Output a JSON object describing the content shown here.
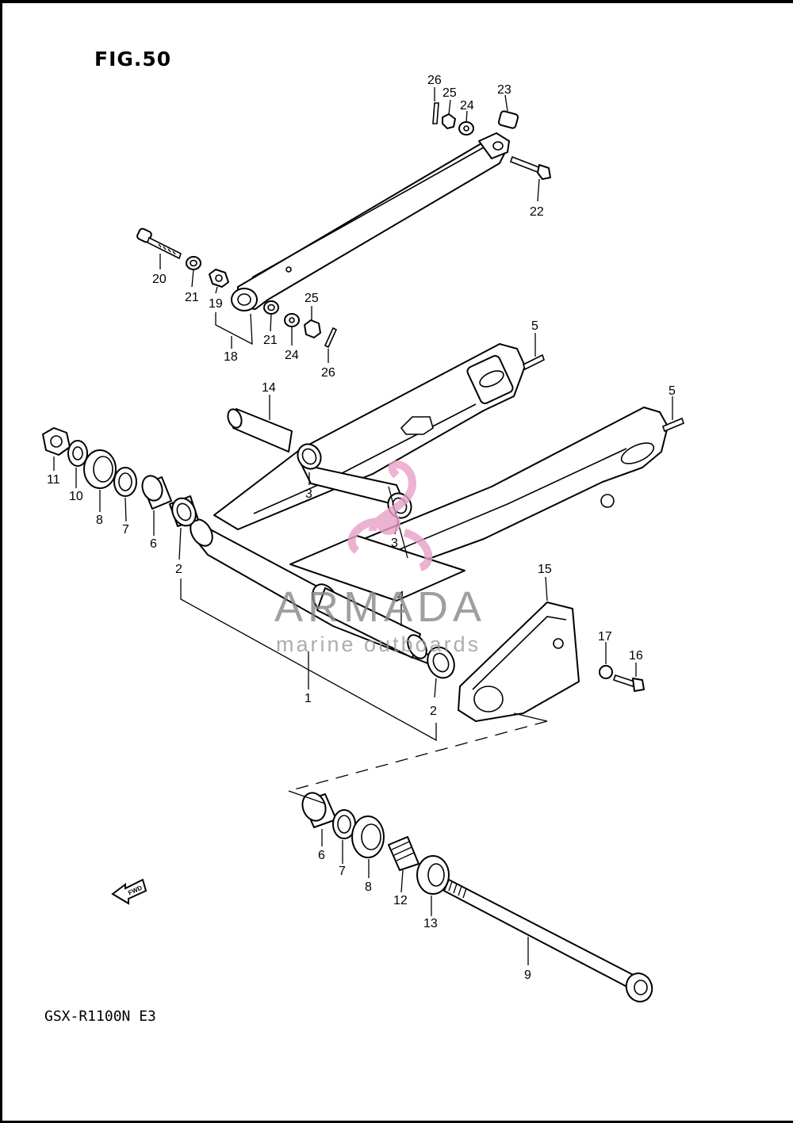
{
  "figure": {
    "title": "FIG.50",
    "model": "GSX-R1100N E3",
    "fwd_label": "FWD"
  },
  "watermark": {
    "brand": "ARMADA",
    "tagline": "marine outboards",
    "brand_color": "#888888",
    "logo_color": "#e8a0c8"
  },
  "callouts": [
    {
      "id": "c26a",
      "label": "26"
    },
    {
      "id": "c25a",
      "label": "25"
    },
    {
      "id": "c24a",
      "label": "24"
    },
    {
      "id": "c23",
      "label": "23"
    },
    {
      "id": "c22",
      "label": "22"
    },
    {
      "id": "c20",
      "label": "20"
    },
    {
      "id": "c21a",
      "label": "21"
    },
    {
      "id": "c19",
      "label": "19"
    },
    {
      "id": "c18",
      "label": "18"
    },
    {
      "id": "c21b",
      "label": "21"
    },
    {
      "id": "c24b",
      "label": "24"
    },
    {
      "id": "c25b",
      "label": "25"
    },
    {
      "id": "c26b",
      "label": "26"
    },
    {
      "id": "c5a",
      "label": "5"
    },
    {
      "id": "c5b",
      "label": "5"
    },
    {
      "id": "c14",
      "label": "14"
    },
    {
      "id": "c3a",
      "label": "3"
    },
    {
      "id": "c3b",
      "label": "3"
    },
    {
      "id": "c11",
      "label": "11"
    },
    {
      "id": "c10",
      "label": "10"
    },
    {
      "id": "c8a",
      "label": "8"
    },
    {
      "id": "c7a",
      "label": "7"
    },
    {
      "id": "c6a",
      "label": "6"
    },
    {
      "id": "c2a",
      "label": "2"
    },
    {
      "id": "c4",
      "label": "4"
    },
    {
      "id": "c1",
      "label": "1"
    },
    {
      "id": "c2b",
      "label": "2"
    },
    {
      "id": "c15",
      "label": "15"
    },
    {
      "id": "c17",
      "label": "17"
    },
    {
      "id": "c16",
      "label": "16"
    },
    {
      "id": "c6b",
      "label": "6"
    },
    {
      "id": "c7b",
      "label": "7"
    },
    {
      "id": "c8b",
      "label": "8"
    },
    {
      "id": "c12",
      "label": "12"
    },
    {
      "id": "c13",
      "label": "13"
    },
    {
      "id": "c9",
      "label": "9"
    }
  ]
}
